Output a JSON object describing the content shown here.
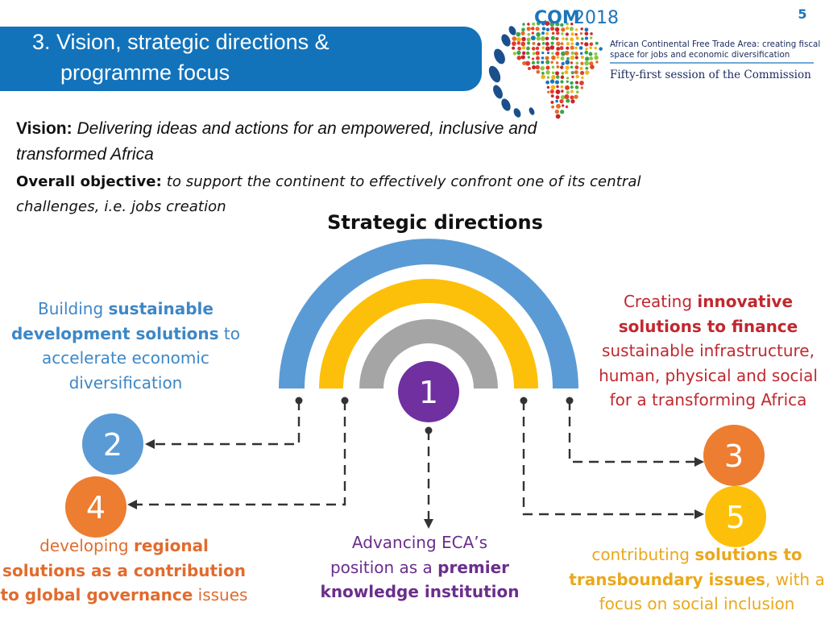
{
  "page_number": "5",
  "header": {
    "title_line1": "3. Vision, strategic directions &",
    "title_line2": "programme focus"
  },
  "logo": {
    "com": "COM",
    "year": "2018",
    "subtitle_line1": "African Continental Free Trade Area: creating fiscal",
    "subtitle_line2": "space for jobs and economic diversification",
    "session": "Fifty-first session of the Commission"
  },
  "vision": {
    "label": "Vision:",
    "text_line1": "Delivering ideas and actions for an empowered, inclusive and",
    "text_line2": "transformed Africa"
  },
  "objective": {
    "label": "Overall objective:",
    "text_line1": "to support the continent to effectively confront one of its central",
    "text_line2": "challenges, i.e. jobs creation"
  },
  "strategic_title": "Strategic directions",
  "colors": {
    "blue_band": "#5b9bd5",
    "yellow_band": "#fdc00a",
    "grey_band": "#a5a5a5",
    "num1": "#7030a0",
    "num2": "#5b9bd5",
    "num3": "#ed7d31",
    "num4": "#ed7d31",
    "num5": "#fdc00a"
  },
  "directions": [
    {
      "number": "1",
      "line1_a": "Advancing ECA’s",
      "line2_a": "position as a ",
      "line2_b": "premier",
      "line3_b": "knowledge institution"
    },
    {
      "number": "2",
      "line1_a": "Building ",
      "line1_b": "sustainable",
      "line2_b": "development solutions",
      "line2_a": " to",
      "line3_a": "accelerate economic",
      "line4_a": "diversification"
    },
    {
      "number": "3",
      "line1_a": "Creating ",
      "line1_b": "innovative",
      "line2_b": "solutions to finance",
      "line3_a": "sustainable infrastructure,",
      "line4_a": "human, physical and social",
      "line5_a": "for a transforming Africa"
    },
    {
      "number": "4",
      "line1_a": "developing ",
      "line1_b": "regional",
      "line2_b": "solutions as a contribution",
      "line3_b": "to global governance",
      "line3_a": " issues"
    },
    {
      "number": "5",
      "line1_a": "contributing ",
      "line1_b": "solutions to",
      "line2_b": "transboundary issues",
      "line2_a": ", with a",
      "line3_a": "focus on social inclusion"
    }
  ]
}
